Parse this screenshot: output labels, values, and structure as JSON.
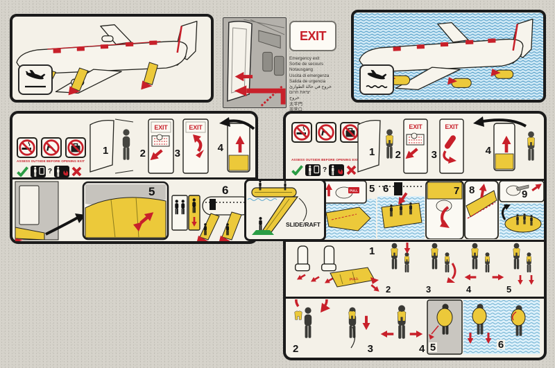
{
  "palette": {
    "warning_red": "#c8202a",
    "slide_yellow": "#ecc93a",
    "check_green": "#2a9c44",
    "ink_black": "#1b1b1b",
    "paper": "#f4f1e8",
    "card_gray": "#d6d3cb",
    "water_blue": "#cfe9f6",
    "cabin_gray": "#b4b1ab"
  },
  "exit_block": {
    "sign": "EXIT",
    "translations": [
      "Emergency exit",
      "Sortie de secours",
      "Notausgang",
      "Uscita di emergenza",
      "Salida de urgencia",
      "خروج في حالة الطوارئ",
      "יציאת חרום",
      "خروج",
      "太平門",
      "非常口"
    ]
  },
  "warnings": {
    "assess": "ASSESS OUTSIDE BEFORE OPENING EXIT"
  },
  "labels": {
    "exit": "EXIT",
    "slide_raft": "SLIDE/RAFT",
    "pull": "PULL"
  },
  "icons": {
    "question": "?",
    "check": "✓",
    "cross": "✗",
    "no_smoking": "no-smoking-prohibition",
    "no_high_heels": "no-high-heels-prohibition",
    "no_baggage": "no-baggage-prohibition",
    "crash_landing": "airplane-emergency-landing",
    "ditching": "airplane-ditching-on-water"
  },
  "steps": {
    "land": {
      "s1": "1",
      "s2": "2",
      "s3": "3",
      "s4": "4",
      "s5": "5",
      "s6": "6"
    },
    "water_open": {
      "s1": "1",
      "s2": "2",
      "s3": "3",
      "s4": "4"
    },
    "raft": {
      "s5": "5",
      "s6": "6",
      "s7": "7",
      "s8": "8",
      "s9": "9"
    },
    "vest": {
      "locate": "1",
      "child": {
        "s2": "2",
        "s3": "3",
        "s4": "4",
        "s5": "5"
      },
      "adult": {
        "s2": "2",
        "s3": "3",
        "s4": "4",
        "s5": "5",
        "s6": "6"
      }
    }
  }
}
